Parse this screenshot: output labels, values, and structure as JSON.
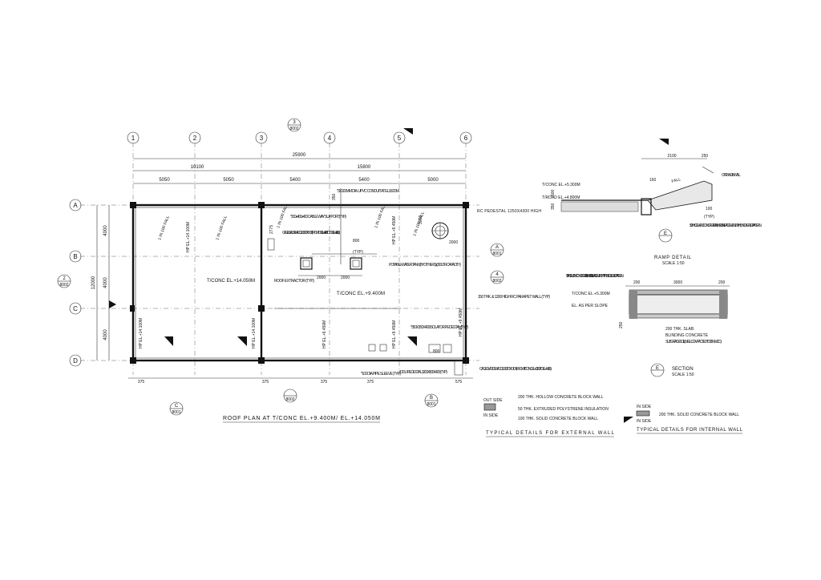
{
  "grid": {
    "columns": [
      "1",
      "2",
      "3",
      "4",
      "5",
      "6"
    ],
    "rows": [
      "A",
      "B",
      "C",
      "D"
    ]
  },
  "dims": {
    "overall": "25900",
    "left_bay": "10100",
    "right_bay": "15800",
    "top": [
      "5050",
      "5050",
      "5400",
      "5400",
      "5000"
    ],
    "left_total": "12000",
    "left": [
      "4000",
      "4000",
      "4000"
    ],
    "bottom": [
      "375",
      "375",
      "375",
      "375",
      "575"
    ],
    "inner": [
      "2000",
      "2000",
      "2000",
      "800",
      "800",
      "2775",
      "3000",
      "350"
    ]
  },
  "section_marks": {
    "top": {
      "num": "3",
      "ref": "8002"
    },
    "left": {
      "num": "2",
      "ref": "8002"
    },
    "right_b": {
      "num": "A",
      "ref": "8001"
    },
    "right_c": {
      "num": "4",
      "ref": "8002"
    },
    "bottom_c": {
      "num": "C",
      "ref": "8001"
    },
    "bottom_mid": {
      "num": "",
      "ref": "8002"
    },
    "bottom_b": {
      "num": "B",
      "ref": "8001"
    }
  },
  "plan_notes": {
    "conduit": "*3X100MM DIA. UPVC CONDUIT AT EL.8.900M",
    "cable_support": "*300x400x400 CABLE WAY SUPPORT(TYP.)",
    "caged_ladder_1": "CAGED LADDER ACCESS TO ROOF (FROM TOC EL.+9.400 TO TOC EL.+14.050)",
    "rc_pedestal": "RC PEDESTAL 1250X4300 HIGH",
    "potable_tank": "POTABLE WATER TANK (BY OTHERS) (300 LTR CAPACITY)",
    "roof_extractor": "ROOF EXTRACTOR (TYP.)",
    "toc_upper": "T/CONC EL.+14.050M",
    "toc_lower": "T/CONC EL.+9.400M",
    "parapet": "150 THK. & 1200 HIGH RC PARAPET WALL (TYP)",
    "isolator": "*350X350X400 ISOLATOR PEDESTAL (TYP)",
    "pipe_sleeve": "*100 DIA PIPE SLEEVE (TYP)",
    "odu_pedestal": "*ODU PEDESTAL 3200X800X400 (TYP)",
    "caged_ladder_2": "CAGED LADDER ACCESS TO ROOF (FROM T/CONC EL.+0.150 TO EL.+9.400)",
    "fall": "1 IN 100 FALL",
    "hp_1": "HP EL.+14.100M",
    "hp_2": "HP EL.+9.450M",
    "typ": "(TYP)"
  },
  "titles": {
    "plan": "ROOF PLAN AT T/CONC EL.+9.400M/ EL.+14.050M",
    "ext_wall": "TYPICAL DETAILS FOR EXTERNAL WALL",
    "int_wall": "TYPICAL DETAILS FOR INTERNAL WALL",
    "ramp": "RAMP DETAIL",
    "ramp_scale": "SCALE 1:50",
    "section": "SECTION",
    "section_scale": "SCALE 1:50"
  },
  "ramp": {
    "dims": [
      "2100",
      "250",
      "160",
      "100",
      "350",
      "500"
    ],
    "conc": "T/CONC EL.+5.300M",
    "road": "T/ROAD EL.+4.800M",
    "opening": "OPENING IN WALL",
    "fall": "FALL",
    "typ": "(TYP)",
    "cement": "50 THK CEMENT CONCRETE FINISHED IN NEAT CEMENT WITH CHECKERED PATTERN",
    "mark": "E"
  },
  "section_detail": {
    "dims": [
      "200",
      "3000",
      "200",
      "250"
    ],
    "cement": "50 TH CEMENT CONCRETE FINISHED IN NEAT CEMENT WITH CHECKERED PATTERN",
    "conc": "T/CONC EL.+5.300M",
    "slope": "EL. AS PER SLOPE",
    "slab": "200 THK. SLAB",
    "blinding": "BLINDING CONCRETE",
    "subgrade": "SUBGRADE SOIL (WELL COMPACTED TO 95% MDD)",
    "mark": "E"
  },
  "ext_wall": {
    "out": "OUT SIDE",
    "in": "IN SIDE",
    "l1": "200 THK. HOLLOW CONCRETE BLOCK WALL",
    "l2": "50 THK. EXTRUDED POLYSTRENE INSULATION",
    "l3": "100 THK. SOLID CONCRETE BLOCK WALL"
  },
  "int_wall": {
    "in1": "IN SIDE",
    "in2": "IN SIDE",
    "l1": "200 THK. SOLID CONCRETE BLOCK WALL"
  }
}
